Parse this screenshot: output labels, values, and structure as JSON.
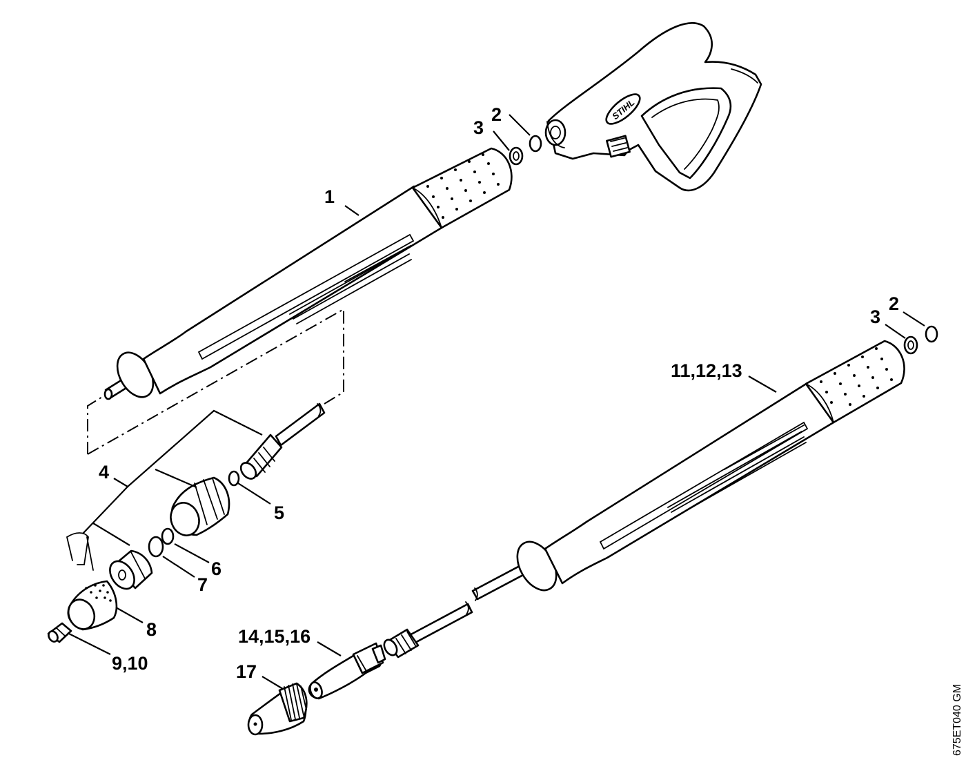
{
  "labels": {
    "l1": "1",
    "l2a": "2",
    "l3a": "3",
    "l2b": "2",
    "l3b": "3",
    "l4": "4",
    "l5": "5",
    "l6": "6",
    "l7": "7",
    "l8": "8",
    "l910": "9,10",
    "l111213": "11,12,13",
    "l141516": "14,15,16",
    "l17": "17"
  },
  "logo_text": "STIHL",
  "reference_code": "675ET040 GM"
}
